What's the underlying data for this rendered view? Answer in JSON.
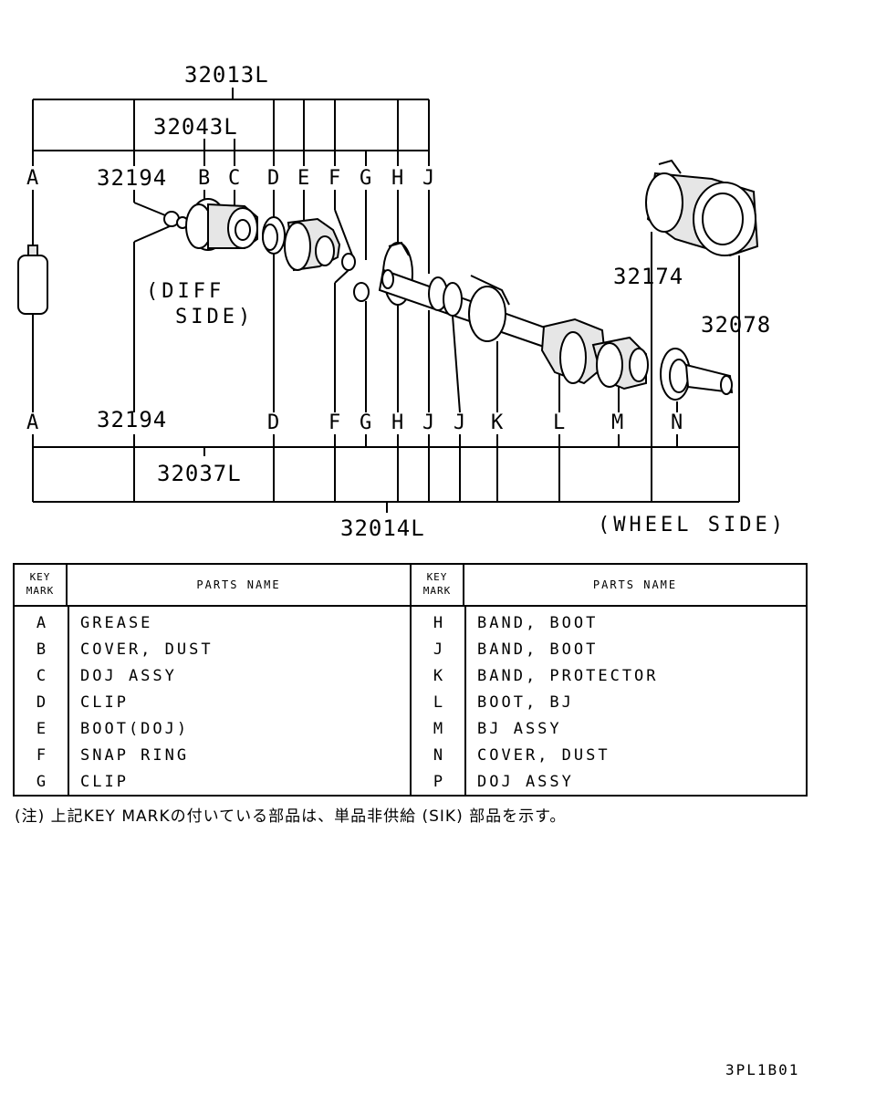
{
  "diagram": {
    "assembly_numbers": {
      "top1": "32013L",
      "top2": "32043L",
      "bottom1": "32037L",
      "bottom2": "32014L",
      "part_32194_top": "32194",
      "part_32194_bottom": "32194",
      "part_32174": "32174",
      "part_32078": "32078"
    },
    "side_labels": {
      "diff_line1": "(DIFF",
      "diff_line2": "SIDE)",
      "wheel": "(WHEEL SIDE)"
    },
    "top_key_letters": [
      "A",
      "B",
      "C",
      "D",
      "E",
      "F",
      "G",
      "H",
      "J"
    ],
    "bottom_key_letters": [
      "A",
      "D",
      "F",
      "G",
      "H",
      "J",
      "J",
      "K",
      "L",
      "M",
      "N"
    ]
  },
  "parts_table": {
    "header_key": [
      "KEY",
      "MARK"
    ],
    "header_parts": "PARTS NAME",
    "left_rows": [
      {
        "key": "A",
        "name": "GREASE"
      },
      {
        "key": "B",
        "name": "COVER, DUST"
      },
      {
        "key": "C",
        "name": "DOJ ASSY"
      },
      {
        "key": "D",
        "name": "CLIP"
      },
      {
        "key": "E",
        "name": "BOOT(DOJ)"
      },
      {
        "key": "F",
        "name": "SNAP RING"
      },
      {
        "key": "G",
        "name": "CLIP"
      }
    ],
    "right_rows": [
      {
        "key": "H",
        "name": "BAND, BOOT"
      },
      {
        "key": "J",
        "name": "BAND, BOOT"
      },
      {
        "key": "K",
        "name": "BAND, PROTECTOR"
      },
      {
        "key": "L",
        "name": "BOOT, BJ"
      },
      {
        "key": "M",
        "name": "BJ ASSY"
      },
      {
        "key": "N",
        "name": "COVER, DUST"
      },
      {
        "key": "P",
        "name": "DOJ ASSY"
      }
    ]
  },
  "note": "(注) 上記KEY MARKの付いている部品は、単品非供給 (SIK) 部品を示す。",
  "figure_code": "3PL1B01"
}
